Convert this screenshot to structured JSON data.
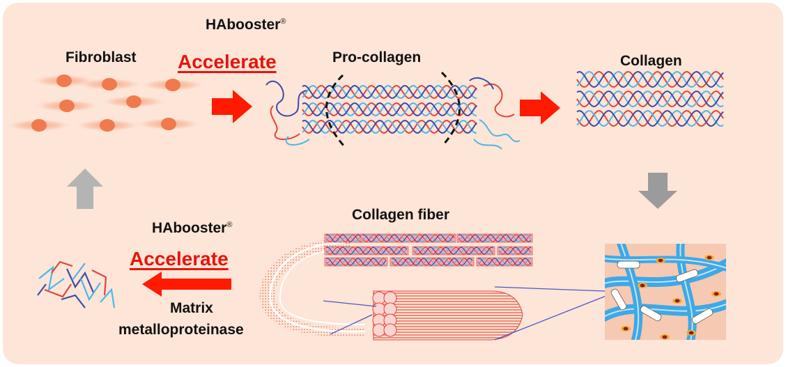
{
  "top": {
    "product": "HAbooster",
    "product_mark": "®",
    "fibroblast_label": "Fibroblast",
    "accelerate_label": "Accelerate",
    "procollagen_label": "Pro-collagen",
    "collagen_label": "Collagen"
  },
  "bottom": {
    "product": "HAbooster",
    "product_mark": "®",
    "accelerate_label": "Accelerate",
    "enzyme_line1": "Matrix",
    "enzyme_line2": "metalloproteinase",
    "fiber_label": "Collagen fiber"
  },
  "colors": {
    "background": "#fde5d7",
    "strand_red": "#e0453c",
    "strand_blue": "#4fb6e8",
    "strand_navy": "#3b4aa8",
    "arrow_red": "#ff1a00",
    "arrow_grey": "#b4b4b4",
    "cell_nucleus": "#f07a4e",
    "tissue_blue": "#3fa8e6"
  }
}
